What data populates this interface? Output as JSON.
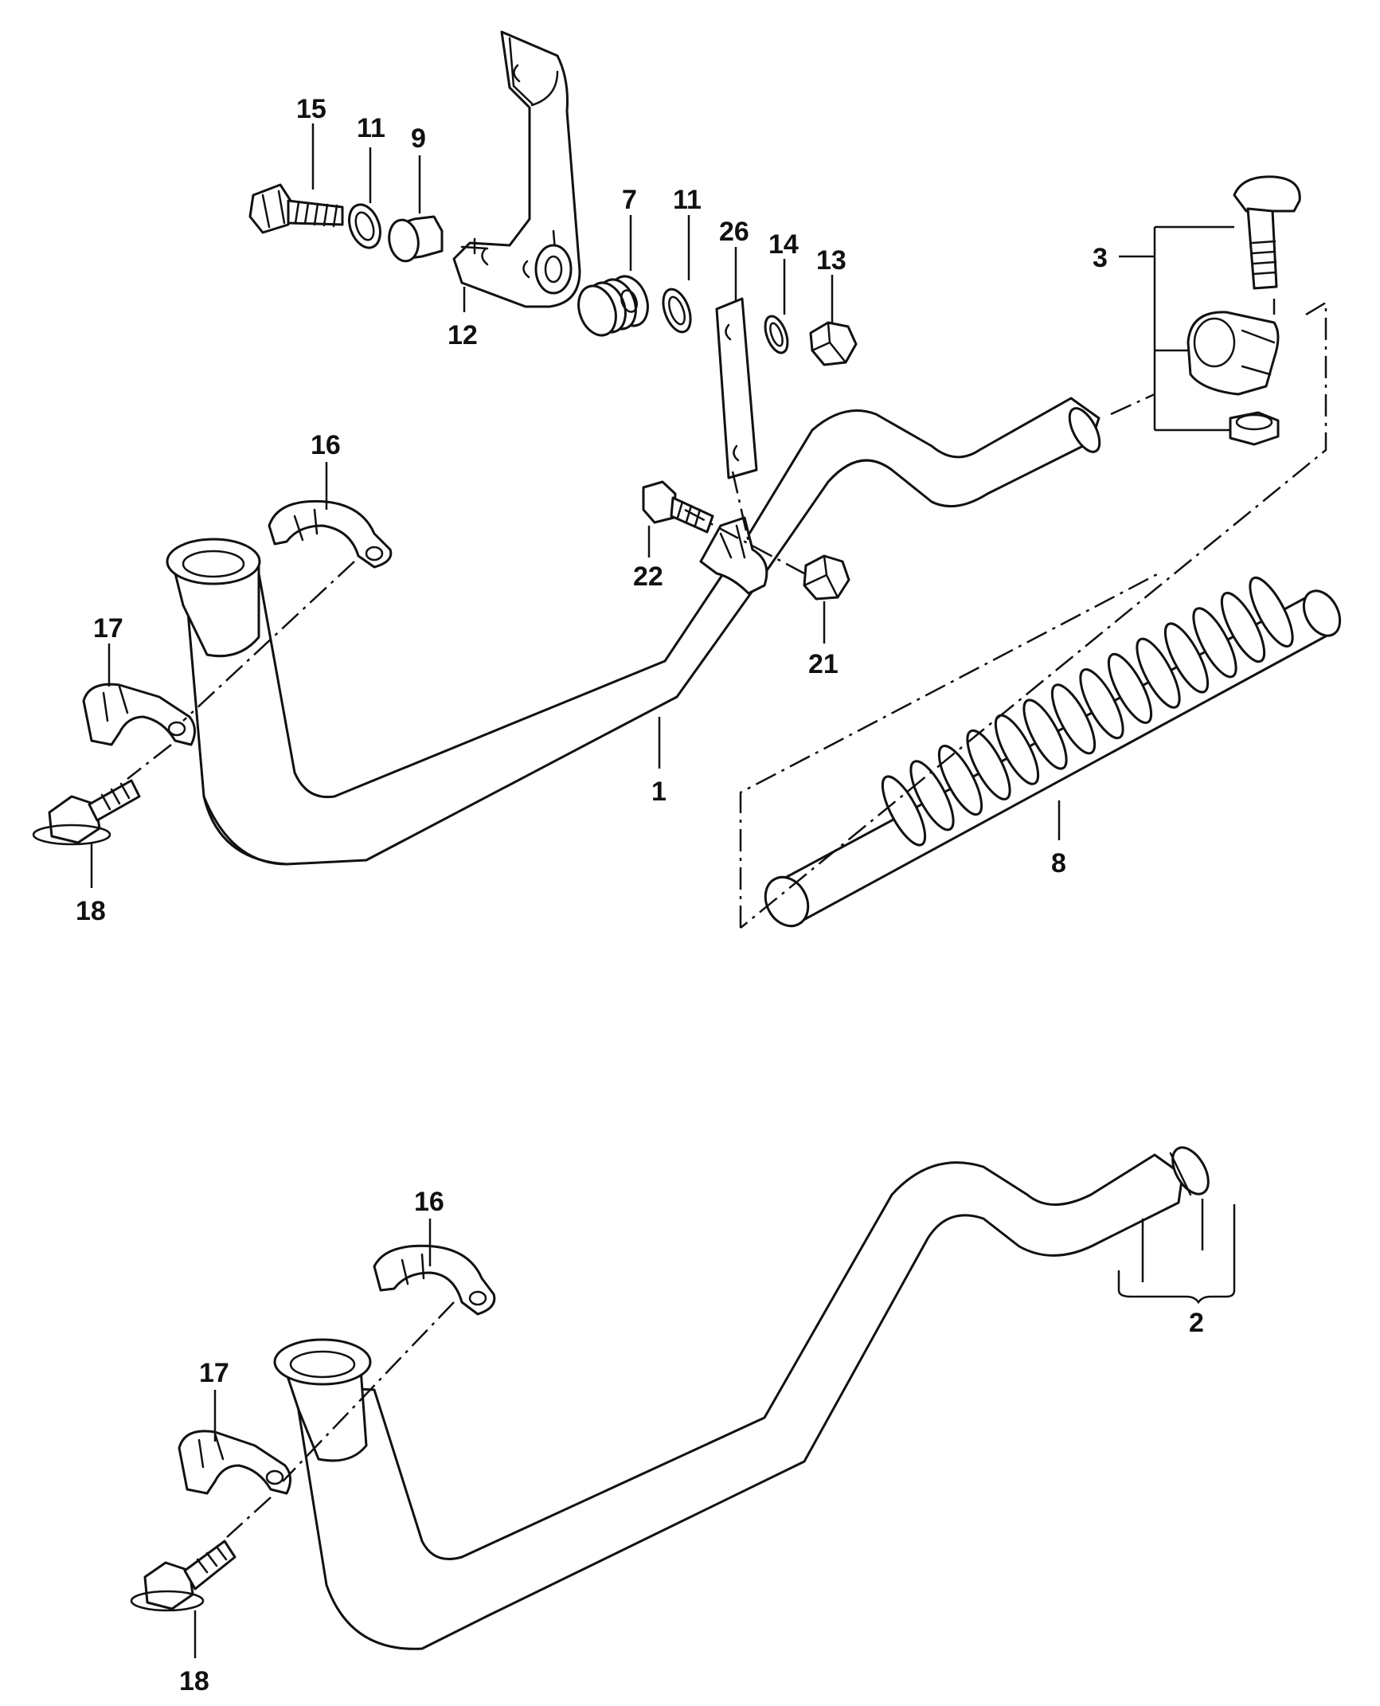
{
  "callouts": {
    "c1": "1",
    "c2": "2",
    "c3": "3",
    "c7": "7",
    "c8": "8",
    "c9": "9",
    "c11a": "11",
    "c11b": "11",
    "c12": "12",
    "c13": "13",
    "c14": "14",
    "c15": "15",
    "c16a": "16",
    "c16b": "16",
    "c17a": "17",
    "c17b": "17",
    "c18a": "18",
    "c18b": "18",
    "c21": "21",
    "c22": "22",
    "c26": "26"
  },
  "colors": {
    "ink": "#111111",
    "paper": "#ffffff"
  }
}
